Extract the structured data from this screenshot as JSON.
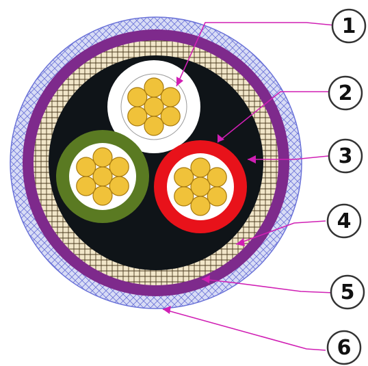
{
  "diagram": {
    "type": "cable cross-section",
    "callouts": [
      {
        "number": "1",
        "points_to": "white-insulated-core"
      },
      {
        "number": "2",
        "points_to": "red-insulated-core"
      },
      {
        "number": "3",
        "points_to": "black-filler"
      },
      {
        "number": "4",
        "points_to": "tape-wrap-layer"
      },
      {
        "number": "5",
        "points_to": "purple-inner-sheath"
      },
      {
        "number": "6",
        "points_to": "outer-blue-armour-layer"
      }
    ],
    "cores": [
      {
        "name": "white-core",
        "insulation_color": "#ffffff"
      },
      {
        "name": "green-core",
        "insulation_color": "#5a7a22"
      },
      {
        "name": "red-core",
        "insulation_color": "#e8121a"
      }
    ],
    "colors": {
      "outer_layer": "#d8dcf5",
      "outer_layer_lines": "#6a72d8",
      "purple_sheath": "#7e2a8c",
      "tape_layer": "#f1e6c9",
      "tape_layer_lines": "#4a3b1e",
      "filler": "#0f1418",
      "conductor": "#f0c23a",
      "conductor_edge": "#a77a10",
      "leader_line": "#d01fb4",
      "callout_circle": "#333333"
    }
  }
}
